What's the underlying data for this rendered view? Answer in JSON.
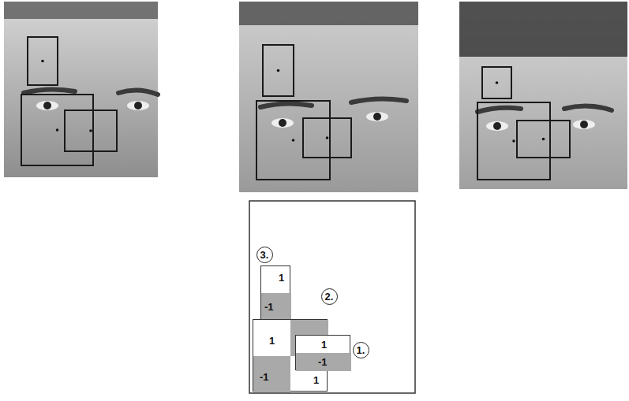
{
  "diagram": {
    "nodes": [
      {
        "text": [
          "3."
        ]
      },
      {
        "text": [
          "1",
          "-1"
        ]
      },
      {
        "text": [
          "2."
        ]
      },
      {
        "text": [
          "1",
          "-1",
          "1"
        ]
      },
      {
        "text": [
          "1."
        ]
      },
      {
        "text": [
          "1",
          "-1"
        ]
      }
    ]
  }
}
